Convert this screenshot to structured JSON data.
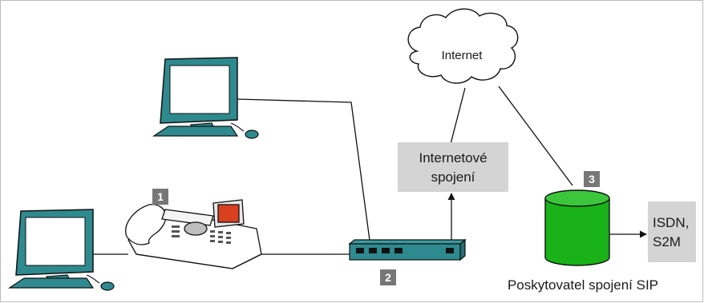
{
  "labels": {
    "internet": "Internet",
    "connection_line1": "Internetové",
    "connection_line2": "spojení",
    "isdn_line1": "ISDN,",
    "isdn_line2": "S2M",
    "provider": "Poskytovatel spojení SIP"
  },
  "badges": {
    "phone": "1",
    "router": "2",
    "provider": "3"
  },
  "colors": {
    "teal": "#2e8a8f",
    "box_gray": "#d4d4d4",
    "badge_gray": "#777777",
    "db_green": "#19b219",
    "line": "#111111"
  },
  "icons": [
    "computer-icon",
    "desk-phone-icon",
    "router-icon",
    "cloud-icon",
    "database-icon"
  ]
}
